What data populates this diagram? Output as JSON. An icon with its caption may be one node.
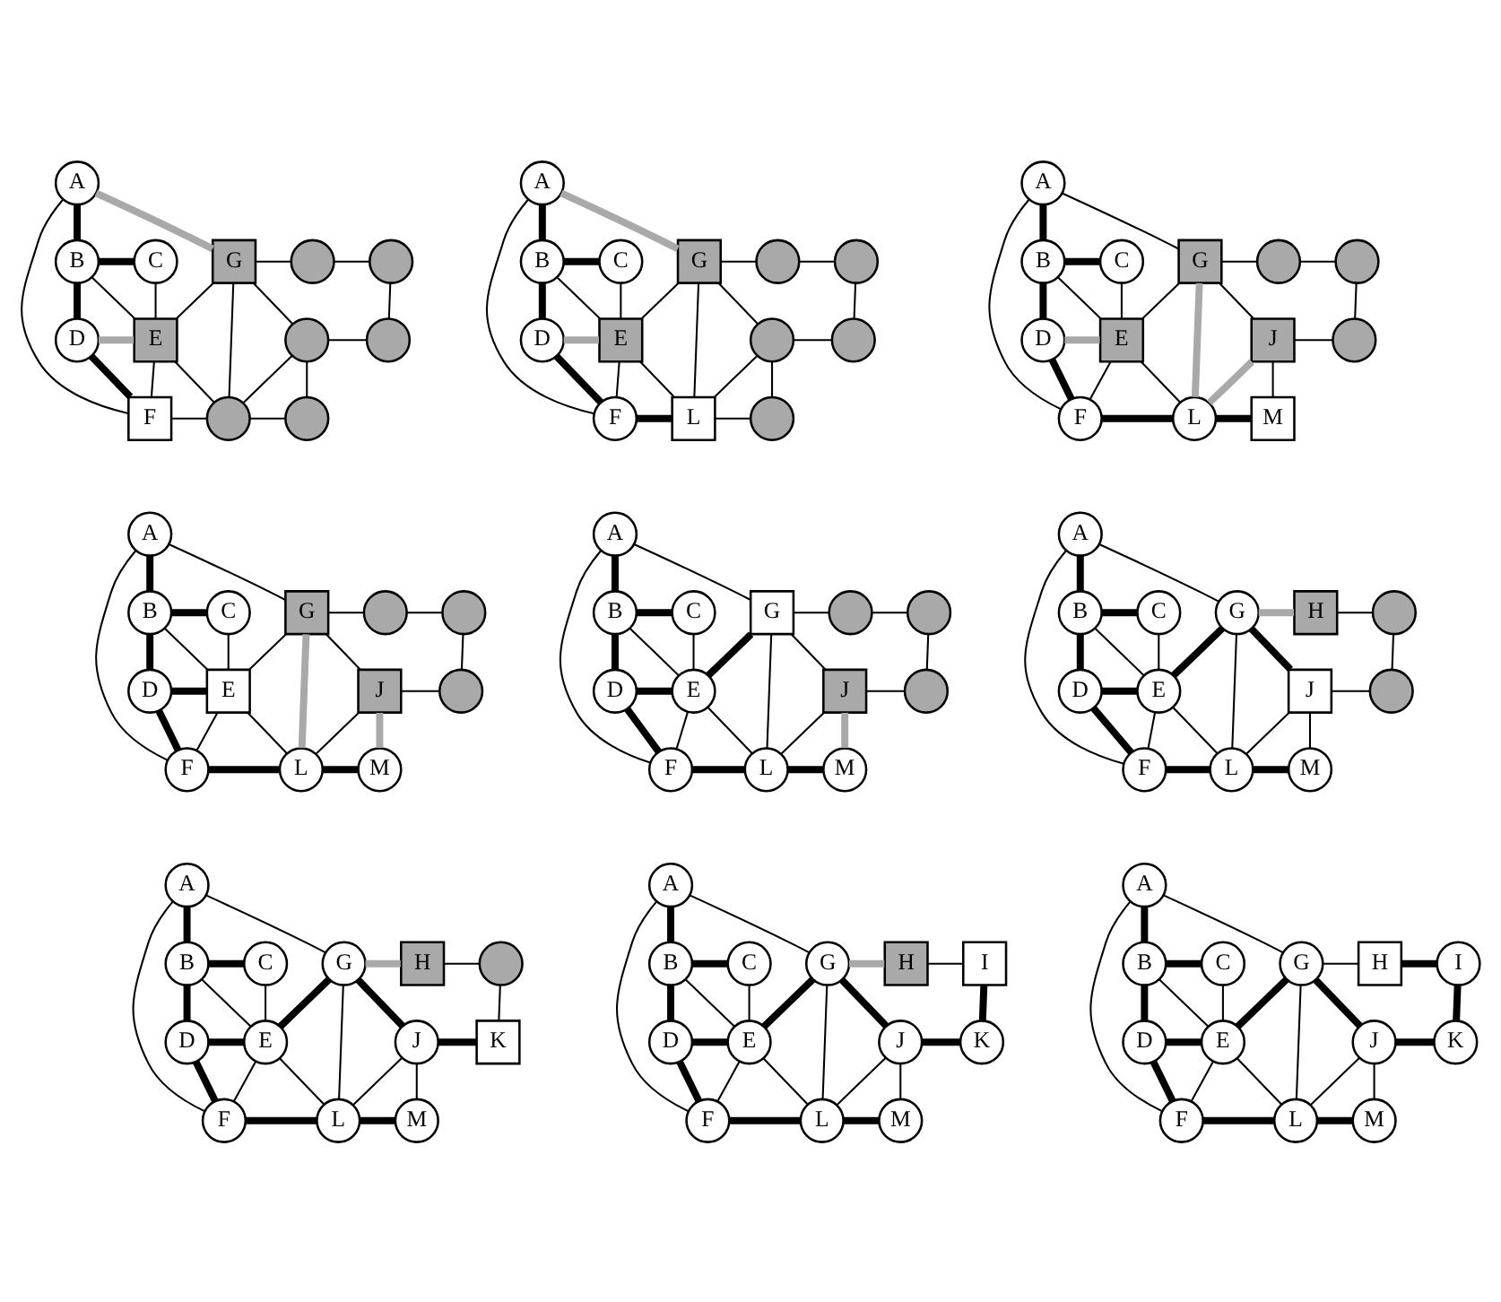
{
  "diagram": {
    "nodes": [
      {
        "text": [
          "A"
        ]
      },
      {
        "text": [
          "B"
        ]
      },
      {
        "text": [
          "C"
        ]
      },
      {
        "text": [
          "D"
        ]
      },
      {
        "text": [
          "E"
        ]
      },
      {
        "text": [
          "F"
        ]
      },
      {
        "text": [
          "G"
        ]
      },
      {
        "text": [],
        "shape": "circle"
      },
      {
        "text": [],
        "shape": "circle"
      },
      {
        "text": [],
        "shape": "circle"
      },
      {
        "text": [],
        "shape": "circle"
      },
      {
        "text": [],
        "shape": "circle"
      },
      {
        "text": [],
        "shape": "circle"
      },
      {
        "text": [
          "A"
        ]
      },
      {
        "text": [
          "B"
        ]
      },
      {
        "text": [
          "C"
        ]
      },
      {
        "text": [
          "D"
        ]
      },
      {
        "text": [
          "E"
        ]
      },
      {
        "text": [
          "F"
        ]
      },
      {
        "text": [
          "G"
        ]
      },
      {
        "text": [],
        "shape": "circle"
      },
      {
        "text": [],
        "shape": "circle"
      },
      {
        "text": [],
        "shape": "circle"
      },
      {
        "text": [],
        "shape": "circle"
      },
      {
        "text": [
          "L"
        ]
      },
      {
        "text": [],
        "shape": "circle"
      },
      {
        "text": [
          "A"
        ]
      },
      {
        "text": [
          "B"
        ]
      },
      {
        "text": [
          "C"
        ]
      },
      {
        "text": [
          "D"
        ]
      },
      {
        "text": [
          "E"
        ]
      },
      {
        "text": [
          "F"
        ]
      },
      {
        "text": [
          "G"
        ]
      },
      {
        "text": [],
        "shape": "circle"
      },
      {
        "text": [],
        "shape": "circle"
      },
      {
        "text": [
          "J"
        ]
      },
      {
        "text": [],
        "shape": "circle"
      },
      {
        "text": [
          "L"
        ]
      },
      {
        "text": [
          "M"
        ]
      },
      {
        "text": [
          "A"
        ]
      },
      {
        "text": [
          "B"
        ]
      },
      {
        "text": [
          "C"
        ]
      },
      {
        "text": [
          "D"
        ]
      },
      {
        "text": [
          "E"
        ]
      },
      {
        "text": [
          "F"
        ]
      },
      {
        "text": [
          "G"
        ]
      },
      {
        "text": [],
        "shape": "circle"
      },
      {
        "text": [],
        "shape": "circle"
      },
      {
        "text": [
          "J"
        ]
      },
      {
        "text": [],
        "shape": "circle"
      },
      {
        "text": [
          "L"
        ]
      },
      {
        "text": [
          "M"
        ]
      },
      {
        "text": [
          "A"
        ]
      },
      {
        "text": [
          "B"
        ]
      },
      {
        "text": [
          "C"
        ]
      },
      {
        "text": [
          "D"
        ]
      },
      {
        "text": [
          "E"
        ]
      },
      {
        "text": [
          "F"
        ]
      },
      {
        "text": [
          "G"
        ]
      },
      {
        "text": [],
        "shape": "circle"
      },
      {
        "text": [],
        "shape": "circle"
      },
      {
        "text": [
          "J"
        ]
      },
      {
        "text": [],
        "shape": "circle"
      },
      {
        "text": [
          "L"
        ]
      },
      {
        "text": [
          "M"
        ]
      },
      {
        "text": [
          "A"
        ]
      },
      {
        "text": [
          "B"
        ]
      },
      {
        "text": [
          "C"
        ]
      },
      {
        "text": [
          "D"
        ]
      },
      {
        "text": [
          "E"
        ]
      },
      {
        "text": [
          "F"
        ]
      },
      {
        "text": [
          "G"
        ]
      },
      {
        "text": [
          "H"
        ]
      },
      {
        "text": [],
        "shape": "circle"
      },
      {
        "text": [
          "J"
        ]
      },
      {
        "text": [],
        "shape": "circle"
      },
      {
        "text": [
          "L"
        ]
      },
      {
        "text": [
          "M"
        ]
      },
      {
        "text": [
          "A"
        ]
      },
      {
        "text": [
          "B"
        ]
      },
      {
        "text": [
          "C"
        ]
      },
      {
        "text": [
          "D"
        ]
      },
      {
        "text": [
          "E"
        ]
      },
      {
        "text": [
          "F"
        ]
      },
      {
        "text": [
          "G"
        ]
      },
      {
        "text": [
          "H"
        ]
      },
      {
        "text": [],
        "shape": "circle"
      },
      {
        "text": [
          "J"
        ]
      },
      {
        "text": [
          "K"
        ]
      },
      {
        "text": [
          "L"
        ]
      },
      {
        "text": [
          "M"
        ]
      },
      {
        "text": [
          "A"
        ]
      },
      {
        "text": [
          "B"
        ]
      },
      {
        "text": [
          "C"
        ]
      },
      {
        "text": [
          "D"
        ]
      },
      {
        "text": [
          "E"
        ]
      },
      {
        "text": [
          "F"
        ]
      },
      {
        "text": [
          "G"
        ]
      },
      {
        "text": [
          "H"
        ]
      },
      {
        "text": [
          "I"
        ]
      },
      {
        "text": [
          "J"
        ]
      },
      {
        "text": [
          "K"
        ]
      },
      {
        "text": [
          "L"
        ]
      },
      {
        "text": [
          "M"
        ]
      },
      {
        "text": [
          "A"
        ]
      },
      {
        "text": [
          "B"
        ]
      },
      {
        "text": [
          "C"
        ]
      },
      {
        "text": [
          "D"
        ]
      },
      {
        "text": [
          "E"
        ]
      },
      {
        "text": [
          "F"
        ]
      },
      {
        "text": [
          "G"
        ]
      },
      {
        "text": [
          "H"
        ]
      },
      {
        "text": [
          "I"
        ]
      },
      {
        "text": [
          "J"
        ]
      },
      {
        "text": [
          "K"
        ]
      },
      {
        "text": [
          "L"
        ]
      },
      {
        "text": [
          "M"
        ]
      }
    ],
    "edges": [
      {
        "from": 0,
        "to": 1,
        "arrow": "none",
        "style": "thick"
      },
      {
        "from": 0,
        "to": 5,
        "arrow": "none"
      },
      {
        "from": 0,
        "to": 6,
        "arrow": "none",
        "style": "thick",
        "color": "#a9a9a9"
      },
      {
        "from": 1,
        "to": 2,
        "arrow": "none",
        "style": "thick"
      },
      {
        "from": 1,
        "to": 3,
        "arrow": "none",
        "style": "thick"
      },
      {
        "from": 1,
        "to": 4,
        "arrow": "none"
      },
      {
        "from": 2,
        "to": 4,
        "arrow": "none"
      },
      {
        "from": 3,
        "to": 4,
        "arrow": "none",
        "style": "thick",
        "color": "#a9a9a9"
      },
      {
        "from": 3,
        "to": 5,
        "arrow": "none",
        "style": "thick"
      },
      {
        "from": 4,
        "to": 5,
        "arrow": "none"
      },
      {
        "from": 6,
        "to": 4,
        "arrow": "none"
      },
      {
        "from": 4,
        "to": 11,
        "arrow": "none"
      },
      {
        "from": 5,
        "to": 11,
        "arrow": "none"
      },
      {
        "from": 6,
        "to": 7,
        "arrow": "none"
      },
      {
        "from": 6,
        "to": 9,
        "arrow": "none"
      },
      {
        "from": 6,
        "to": 11,
        "arrow": "none"
      },
      {
        "from": 7,
        "to": 8,
        "arrow": "none"
      },
      {
        "from": 8,
        "to": 10,
        "arrow": "none"
      },
      {
        "from": 9,
        "to": 10,
        "arrow": "none"
      },
      {
        "from": 9,
        "to": 11,
        "arrow": "none"
      },
      {
        "from": 9,
        "to": 12,
        "arrow": "none"
      },
      {
        "from": 11,
        "to": 12,
        "arrow": "none"
      },
      {
        "from": 13,
        "to": 14,
        "arrow": "none",
        "style": "thick"
      },
      {
        "from": 13,
        "to": 18,
        "arrow": "none"
      },
      {
        "from": 13,
        "to": 19,
        "arrow": "none",
        "style": "thick",
        "color": "#a9a9a9"
      },
      {
        "from": 14,
        "to": 15,
        "arrow": "none",
        "style": "thick"
      },
      {
        "from": 14,
        "to": 16,
        "arrow": "none",
        "style": "thick"
      },
      {
        "from": 14,
        "to": 17,
        "arrow": "none"
      },
      {
        "from": 15,
        "to": 17,
        "arrow": "none"
      },
      {
        "from": 16,
        "to": 17,
        "arrow": "none",
        "style": "thick",
        "color": "#a9a9a9"
      },
      {
        "from": 16,
        "to": 18,
        "arrow": "none",
        "style": "thick"
      },
      {
        "from": 17,
        "to": 18,
        "arrow": "none"
      },
      {
        "from": 19,
        "to": 17,
        "arrow": "none"
      },
      {
        "from": 17,
        "to": 24,
        "arrow": "none"
      },
      {
        "from": 18,
        "to": 24,
        "arrow": "none",
        "style": "thick"
      },
      {
        "from": 19,
        "to": 20,
        "arrow": "none"
      },
      {
        "from": 19,
        "to": 22,
        "arrow": "none"
      },
      {
        "from": 19,
        "to": 24,
        "arrow": "none"
      },
      {
        "from": 20,
        "to": 21,
        "arrow": "none"
      },
      {
        "from": 21,
        "to": 23,
        "arrow": "none"
      },
      {
        "from": 22,
        "to": 23,
        "arrow": "none"
      },
      {
        "from": 22,
        "to": 24,
        "arrow": "none"
      },
      {
        "from": 22,
        "to": 25,
        "arrow": "none"
      },
      {
        "from": 24,
        "to": 25,
        "arrow": "none"
      },
      {
        "from": 26,
        "to": 27,
        "arrow": "none",
        "style": "thick"
      },
      {
        "from": 26,
        "to": 31,
        "arrow": "none"
      },
      {
        "from": 26,
        "to": 32,
        "arrow": "none"
      },
      {
        "from": 27,
        "to": 28,
        "arrow": "none",
        "style": "thick"
      },
      {
        "from": 27,
        "to": 29,
        "arrow": "none",
        "style": "thick"
      },
      {
        "from": 27,
        "to": 30,
        "arrow": "none"
      },
      {
        "from": 28,
        "to": 30,
        "arrow": "none"
      },
      {
        "from": 29,
        "to": 30,
        "arrow": "none",
        "style": "thick",
        "color": "#a9a9a9"
      },
      {
        "from": 29,
        "to": 31,
        "arrow": "none",
        "style": "thick"
      },
      {
        "from": 30,
        "to": 31,
        "arrow": "none"
      },
      {
        "from": 32,
        "to": 30,
        "arrow": "none"
      },
      {
        "from": 30,
        "to": 37,
        "arrow": "none"
      },
      {
        "from": 31,
        "to": 37,
        "arrow": "none",
        "style": "thick"
      },
      {
        "from": 32,
        "to": 33,
        "arrow": "none"
      },
      {
        "from": 32,
        "to": 35,
        "arrow": "none"
      },
      {
        "from": 32,
        "to": 37,
        "arrow": "none",
        "style": "thick",
        "color": "#a9a9a9"
      },
      {
        "from": 33,
        "to": 34,
        "arrow": "none"
      },
      {
        "from": 34,
        "to": 36,
        "arrow": "none"
      },
      {
        "from": 35,
        "to": 36,
        "arrow": "none"
      },
      {
        "from": 35,
        "to": 37,
        "arrow": "none",
        "style": "thick",
        "color": "#a9a9a9"
      },
      {
        "from": 35,
        "to": 38,
        "arrow": "none"
      },
      {
        "from": 37,
        "to": 38,
        "arrow": "none",
        "style": "thick"
      },
      {
        "from": 39,
        "to": 40,
        "arrow": "none",
        "style": "thick"
      },
      {
        "from": 39,
        "to": 44,
        "arrow": "none"
      },
      {
        "from": 39,
        "to": 45,
        "arrow": "none"
      },
      {
        "from": 40,
        "to": 41,
        "arrow": "none",
        "style": "thick"
      },
      {
        "from": 40,
        "to": 42,
        "arrow": "none",
        "style": "thick"
      },
      {
        "from": 40,
        "to": 43,
        "arrow": "none"
      },
      {
        "from": 41,
        "to": 43,
        "arrow": "none"
      },
      {
        "from": 42,
        "to": 43,
        "arrow": "none",
        "style": "thick"
      },
      {
        "from": 42,
        "to": 44,
        "arrow": "none",
        "style": "thick"
      },
      {
        "from": 43,
        "to": 44,
        "arrow": "none"
      },
      {
        "from": 45,
        "to": 43,
        "arrow": "none"
      },
      {
        "from": 43,
        "to": 50,
        "arrow": "none"
      },
      {
        "from": 44,
        "to": 50,
        "arrow": "none",
        "style": "thick"
      },
      {
        "from": 45,
        "to": 46,
        "arrow": "none"
      },
      {
        "from": 45,
        "to": 48,
        "arrow": "none"
      },
      {
        "from": 45,
        "to": 50,
        "arrow": "none",
        "style": "thick",
        "color": "#a9a9a9"
      },
      {
        "from": 46,
        "to": 47,
        "arrow": "none"
      },
      {
        "from": 47,
        "to": 49,
        "arrow": "none"
      },
      {
        "from": 48,
        "to": 49,
        "arrow": "none"
      },
      {
        "from": 48,
        "to": 50,
        "arrow": "none"
      },
      {
        "from": 48,
        "to": 51,
        "arrow": "none",
        "style": "thick",
        "color": "#a9a9a9"
      },
      {
        "from": 50,
        "to": 51,
        "arrow": "none",
        "style": "thick"
      },
      {
        "from": 52,
        "to": 53,
        "arrow": "none",
        "style": "thick"
      },
      {
        "from": 52,
        "to": 57,
        "arrow": "none"
      },
      {
        "from": 52,
        "to": 58,
        "arrow": "none"
      },
      {
        "from": 53,
        "to": 54,
        "arrow": "none",
        "style": "thick"
      },
      {
        "from": 53,
        "to": 55,
        "arrow": "none",
        "style": "thick"
      },
      {
        "from": 53,
        "to": 56,
        "arrow": "none"
      },
      {
        "from": 54,
        "to": 56,
        "arrow": "none"
      },
      {
        "from": 55,
        "to": 56,
        "arrow": "none",
        "style": "thick"
      },
      {
        "from": 55,
        "to": 57,
        "arrow": "none",
        "style": "thick"
      },
      {
        "from": 56,
        "to": 57,
        "arrow": "none"
      },
      {
        "from": 58,
        "to": 56,
        "arrow": "none",
        "style": "thick"
      },
      {
        "from": 56,
        "to": 63,
        "arrow": "none"
      },
      {
        "from": 57,
        "to": 63,
        "arrow": "none",
        "style": "thick"
      },
      {
        "from": 58,
        "to": 59,
        "arrow": "none"
      },
      {
        "from": 58,
        "to": 61,
        "arrow": "none"
      },
      {
        "from": 58,
        "to": 63,
        "arrow": "none"
      },
      {
        "from": 59,
        "to": 60,
        "arrow": "none"
      },
      {
        "from": 60,
        "to": 62,
        "arrow": "none"
      },
      {
        "from": 61,
        "to": 62,
        "arrow": "none"
      },
      {
        "from": 61,
        "to": 63,
        "arrow": "none"
      },
      {
        "from": 61,
        "to": 64,
        "arrow": "none",
        "style": "thick",
        "color": "#a9a9a9"
      },
      {
        "from": 63,
        "to": 64,
        "arrow": "none",
        "style": "thick"
      },
      {
        "from": 65,
        "to": 66,
        "arrow": "none",
        "style": "thick"
      },
      {
        "from": 65,
        "to": 70,
        "arrow": "none"
      },
      {
        "from": 65,
        "to": 71,
        "arrow": "none"
      },
      {
        "from": 66,
        "to": 67,
        "arrow": "none",
        "style": "thick"
      },
      {
        "from": 66,
        "to": 68,
        "arrow": "none",
        "style": "thick"
      },
      {
        "from": 66,
        "to": 69,
        "arrow": "none"
      },
      {
        "from": 67,
        "to": 69,
        "arrow": "none"
      },
      {
        "from": 68,
        "to": 69,
        "arrow": "none",
        "style": "thick"
      },
      {
        "from": 68,
        "to": 70,
        "arrow": "none",
        "style": "thick"
      },
      {
        "from": 69,
        "to": 70,
        "arrow": "none"
      },
      {
        "from": 71,
        "to": 69,
        "arrow": "none",
        "style": "thick"
      },
      {
        "from": 69,
        "to": 76,
        "arrow": "none"
      },
      {
        "from": 70,
        "to": 76,
        "arrow": "none",
        "style": "thick"
      },
      {
        "from": 71,
        "to": 72,
        "arrow": "none",
        "style": "thick",
        "color": "#a9a9a9"
      },
      {
        "from": 71,
        "to": 74,
        "arrow": "none",
        "style": "thick"
      },
      {
        "from": 71,
        "to": 76,
        "arrow": "none"
      },
      {
        "from": 72,
        "to": 73,
        "arrow": "none"
      },
      {
        "from": 73,
        "to": 75,
        "arrow": "none"
      },
      {
        "from": 74,
        "to": 75,
        "arrow": "none"
      },
      {
        "from": 74,
        "to": 76,
        "arrow": "none"
      },
      {
        "from": 74,
        "to": 77,
        "arrow": "none"
      },
      {
        "from": 76,
        "to": 77,
        "arrow": "none",
        "style": "thick"
      },
      {
        "from": 78,
        "to": 79,
        "arrow": "none",
        "style": "thick"
      },
      {
        "from": 78,
        "to": 83,
        "arrow": "none"
      },
      {
        "from": 78,
        "to": 84,
        "arrow": "none"
      },
      {
        "from": 79,
        "to": 80,
        "arrow": "none",
        "style": "thick"
      },
      {
        "from": 79,
        "to": 81,
        "arrow": "none",
        "style": "thick"
      },
      {
        "from": 79,
        "to": 82,
        "arrow": "none"
      },
      {
        "from": 80,
        "to": 82,
        "arrow": "none"
      },
      {
        "from": 81,
        "to": 82,
        "arrow": "none",
        "style": "thick"
      },
      {
        "from": 81,
        "to": 83,
        "arrow": "none",
        "style": "thick"
      },
      {
        "from": 82,
        "to": 83,
        "arrow": "none"
      },
      {
        "from": 84,
        "to": 82,
        "arrow": "none",
        "style": "thick"
      },
      {
        "from": 82,
        "to": 89,
        "arrow": "none"
      },
      {
        "from": 83,
        "to": 89,
        "arrow": "none",
        "style": "thick"
      },
      {
        "from": 84,
        "to": 85,
        "arrow": "none",
        "style": "thick",
        "color": "#a9a9a9"
      },
      {
        "from": 84,
        "to": 87,
        "arrow": "none",
        "style": "thick"
      },
      {
        "from": 84,
        "to": 89,
        "arrow": "none"
      },
      {
        "from": 85,
        "to": 86,
        "arrow": "none"
      },
      {
        "from": 86,
        "to": 88,
        "arrow": "none"
      },
      {
        "from": 87,
        "to": 88,
        "arrow": "none",
        "style": "thick"
      },
      {
        "from": 87,
        "to": 89,
        "arrow": "none"
      },
      {
        "from": 87,
        "to": 90,
        "arrow": "none"
      },
      {
        "from": 89,
        "to": 90,
        "arrow": "none",
        "style": "thick"
      },
      {
        "from": 91,
        "to": 92,
        "arrow": "none",
        "style": "thick"
      },
      {
        "from": 91,
        "to": 96,
        "arrow": "none"
      },
      {
        "from": 91,
        "to": 97,
        "arrow": "none"
      },
      {
        "from": 92,
        "to": 93,
        "arrow": "none",
        "style": "thick"
      },
      {
        "from": 92,
        "to": 94,
        "arrow": "none",
        "style": "thick"
      },
      {
        "from": 92,
        "to": 95,
        "arrow": "none"
      },
      {
        "from": 93,
        "to": 95,
        "arrow": "none"
      },
      {
        "from": 94,
        "to": 95,
        "arrow": "none",
        "style": "thick"
      },
      {
        "from": 94,
        "to": 96,
        "arrow": "none",
        "style": "thick"
      },
      {
        "from": 95,
        "to": 96,
        "arrow": "none"
      },
      {
        "from": 97,
        "to": 95,
        "arrow": "none",
        "style": "thick"
      },
      {
        "from": 95,
        "to": 102,
        "arrow": "none"
      },
      {
        "from": 96,
        "to": 102,
        "arrow": "none",
        "style": "thick"
      },
      {
        "from": 97,
        "to": 98,
        "arrow": "none",
        "style": "thick",
        "color": "#a9a9a9"
      },
      {
        "from": 97,
        "to": 100,
        "arrow": "none",
        "style": "thick"
      },
      {
        "from": 97,
        "to": 102,
        "arrow": "none"
      },
      {
        "from": 98,
        "to": 99,
        "arrow": "none"
      },
      {
        "from": 99,
        "to": 101,
        "arrow": "none",
        "style": "thick"
      },
      {
        "from": 100,
        "to": 101,
        "arrow": "none",
        "style": "thick"
      },
      {
        "from": 100,
        "to": 102,
        "arrow": "none"
      },
      {
        "from": 100,
        "to": 103,
        "arrow": "none"
      },
      {
        "from": 102,
        "to": 103,
        "arrow": "none",
        "style": "thick"
      },
      {
        "from": 104,
        "to": 105,
        "arrow": "none",
        "style": "thick"
      },
      {
        "from": 104,
        "to": 109,
        "arrow": "none"
      },
      {
        "from": 104,
        "to": 110,
        "arrow": "none"
      },
      {
        "from": 105,
        "to": 106,
        "arrow": "none",
        "style": "thick"
      },
      {
        "from": 105,
        "to": 107,
        "arrow": "none",
        "style": "thick"
      },
      {
        "from": 105,
        "to": 108,
        "arrow": "none"
      },
      {
        "from": 106,
        "to": 108,
        "arrow": "none"
      },
      {
        "from": 107,
        "to": 108,
        "arrow": "none",
        "style": "thick"
      },
      {
        "from": 107,
        "to": 109,
        "arrow": "none",
        "style": "thick"
      },
      {
        "from": 108,
        "to": 109,
        "arrow": "none"
      },
      {
        "from": 110,
        "to": 108,
        "arrow": "none",
        "style": "thick"
      },
      {
        "from": 108,
        "to": 115,
        "arrow": "none"
      },
      {
        "from": 109,
        "to": 115,
        "arrow": "none",
        "style": "thick"
      },
      {
        "from": 110,
        "to": 111,
        "arrow": "none"
      },
      {
        "from": 110,
        "to": 113,
        "arrow": "none",
        "style": "thick"
      },
      {
        "from": 110,
        "to": 115,
        "arrow": "none"
      },
      {
        "from": 111,
        "to": 112,
        "arrow": "none",
        "style": "thick"
      },
      {
        "from": 112,
        "to": 114,
        "arrow": "none",
        "style": "thick"
      },
      {
        "from": 113,
        "to": 114,
        "arrow": "none",
        "style": "thick"
      },
      {
        "from": 113,
        "to": 115,
        "arrow": "none"
      },
      {
        "from": 113,
        "to": 116,
        "arrow": "none"
      },
      {
        "from": 115,
        "to": 116,
        "arrow": "none",
        "style": "thick"
      }
    ]
  }
}
